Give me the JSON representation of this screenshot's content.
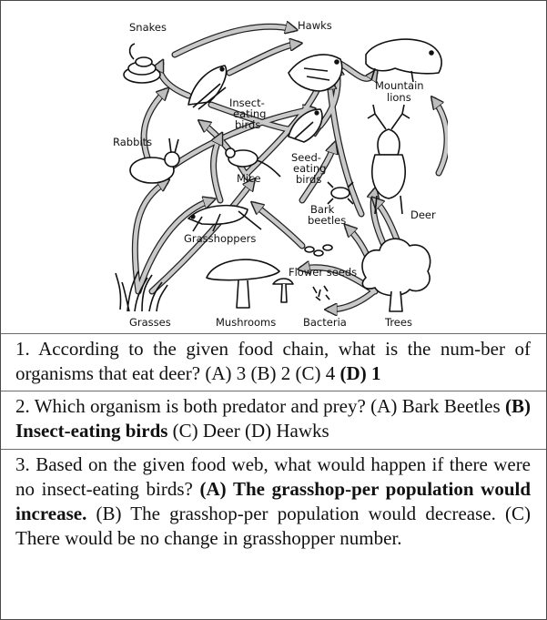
{
  "diagram": {
    "labels": {
      "snakes": "Snakes",
      "hawks": "Hawks",
      "mountain_lions_1": "Mountain",
      "mountain_lions_2": "lions",
      "insect_birds_1": "Insect-",
      "insect_birds_2": "eating",
      "insect_birds_3": "birds",
      "rabbits": "Rabbits",
      "mice": "Mice",
      "seed_birds_1": "Seed-",
      "seed_birds_2": "eating",
      "seed_birds_3": "birds",
      "bark_beetles_1": "Bark",
      "bark_beetles_2": "beetles",
      "deer": "Deer",
      "grasshoppers": "Grasshoppers",
      "flower_seeds": "Flower seeds",
      "grasses": "Grasses",
      "mushrooms": "Mushrooms",
      "bacteria": "Bacteria",
      "trees": "Trees"
    }
  },
  "questions": [
    {
      "number": "1.",
      "text": "According to the given food chain, what is the num-ber of organisms that eat deer?",
      "options": [
        {
          "letter": "(A)",
          "text": "3"
        },
        {
          "letter": "(B)",
          "text": "2"
        },
        {
          "letter": "(C)",
          "text": "4"
        },
        {
          "letter": "(D)",
          "text": "1"
        }
      ]
    },
    {
      "number": "2.",
      "text": "Which organism is both predator and prey?",
      "options": [
        {
          "letter": "(A)",
          "text": "Bark Beetles"
        },
        {
          "letter": "(B)",
          "text": "Insect-eating birds"
        },
        {
          "letter": "(C)",
          "text": "Deer"
        },
        {
          "letter": "(D)",
          "text": "Hawks"
        }
      ]
    },
    {
      "number": "3.",
      "text": "Based on the given food web, what would happen if there were no insect-eating birds?",
      "options": [
        {
          "letter": "(A)",
          "text": "The grasshop-per population would increase."
        },
        {
          "letter": "(B)",
          "text": "The grasshop-per population would decrease."
        },
        {
          "letter": "(C)",
          "text": "There would be no change in grasshopper number."
        }
      ]
    }
  ]
}
